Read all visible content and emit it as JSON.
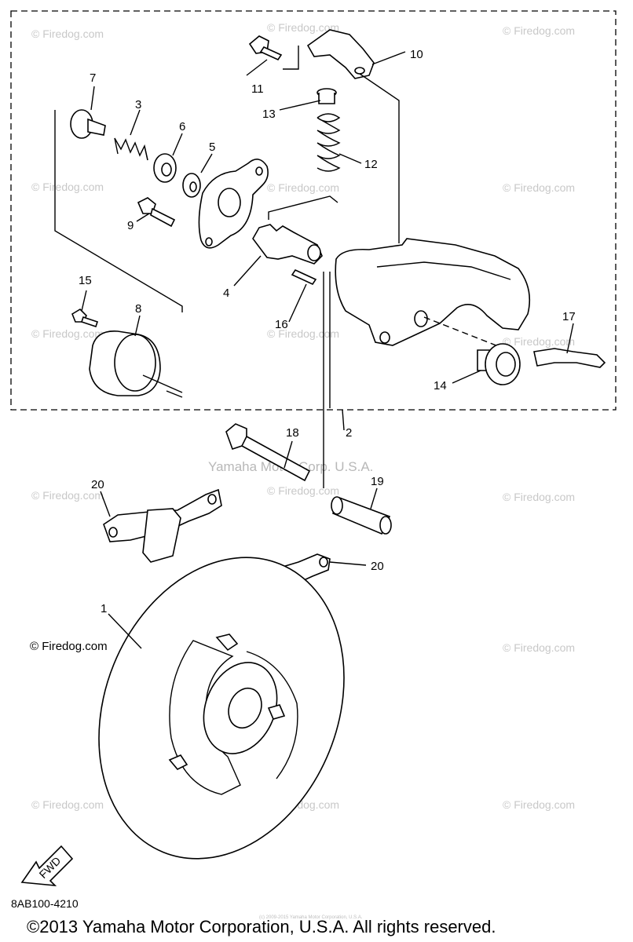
{
  "watermark": "© Firedog.com",
  "center_watermark": "Yamaha Motor Corp. U.S.A.",
  "small_print": "(c) 2009-2015 Yamaha Motor Corporation, U.S.A.",
  "diagram_code": "8AB100-4210",
  "fwd_label": "FWD",
  "copyright": "©2013 Yamaha Motor Corporation, U.S.A. All rights reserved.",
  "callouts": [
    "1",
    "2",
    "3",
    "4",
    "5",
    "6",
    "7",
    "8",
    "9",
    "10",
    "11",
    "12",
    "13",
    "14",
    "15",
    "16",
    "17",
    "18",
    "19",
    "20",
    "20"
  ]
}
